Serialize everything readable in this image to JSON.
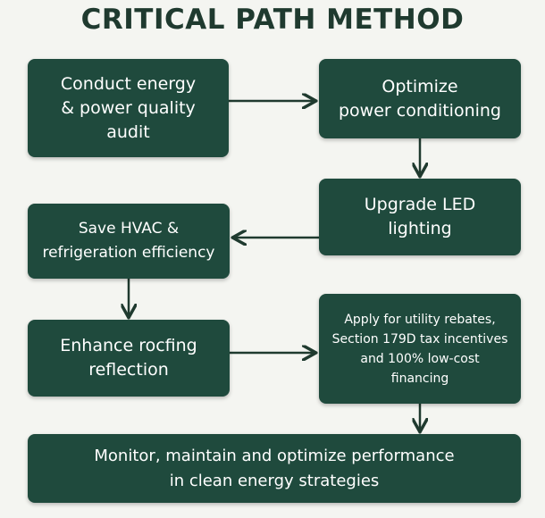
{
  "title": "CRITICAL PATH METHOD",
  "steps": [
    {
      "label": "Conduct energy\n& power quality\naudit"
    },
    {
      "label": "Optimize\npower conditioning"
    },
    {
      "label": "Upgrade LED\nlighting"
    },
    {
      "label": "Save HVAC &\nrefrigeration efficiency"
    },
    {
      "label": "Enhance rocfing\nreflection"
    },
    {
      "label": "Apply for utility rebates,\nSection 179D tax incentives\nand 100% low-cost\nfinancing"
    },
    {
      "label": "Monitor, maintain and optimize performance\nin clean energy strategies"
    }
  ],
  "colors": {
    "box_fill": "#1f4a3d",
    "box_text": "#ffffff",
    "arrow": "#1f3a2f",
    "title_text": "#1f3a2f",
    "background": "#f4f5f1"
  }
}
